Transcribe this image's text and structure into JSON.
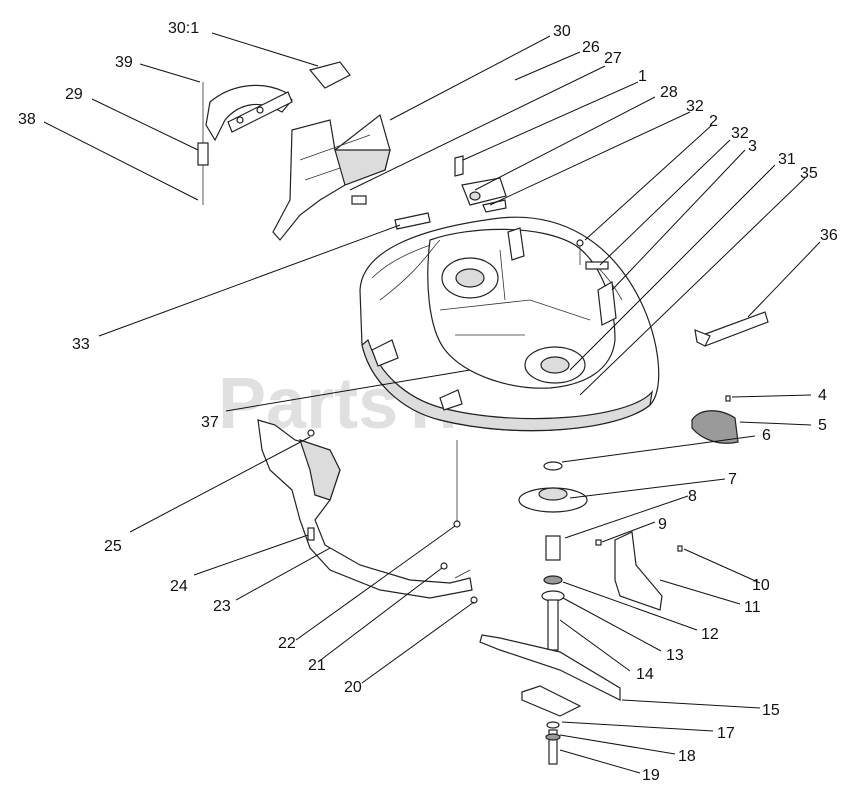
{
  "watermark": "PartsTree",
  "callouts": [
    {
      "id": "30:1",
      "label": "30:1"
    },
    {
      "id": "30",
      "label": "30"
    },
    {
      "id": "26",
      "label": "26"
    },
    {
      "id": "27",
      "label": "27"
    },
    {
      "id": "39",
      "label": "39"
    },
    {
      "id": "29",
      "label": "29"
    },
    {
      "id": "38",
      "label": "38"
    },
    {
      "id": "1",
      "label": "1"
    },
    {
      "id": "28",
      "label": "28"
    },
    {
      "id": "32a",
      "label": "32"
    },
    {
      "id": "2",
      "label": "2"
    },
    {
      "id": "32b",
      "label": "32"
    },
    {
      "id": "3",
      "label": "3"
    },
    {
      "id": "31",
      "label": "31"
    },
    {
      "id": "35",
      "label": "35"
    },
    {
      "id": "36",
      "label": "36"
    },
    {
      "id": "33",
      "label": "33"
    },
    {
      "id": "37",
      "label": "37"
    },
    {
      "id": "4",
      "label": "4"
    },
    {
      "id": "5",
      "label": "5"
    },
    {
      "id": "6",
      "label": "6"
    },
    {
      "id": "7",
      "label": "7"
    },
    {
      "id": "8",
      "label": "8"
    },
    {
      "id": "9",
      "label": "9"
    },
    {
      "id": "10",
      "label": "10"
    },
    {
      "id": "11",
      "label": "11"
    },
    {
      "id": "12",
      "label": "12"
    },
    {
      "id": "13",
      "label": "13"
    },
    {
      "id": "14",
      "label": "14"
    },
    {
      "id": "15",
      "label": "15"
    },
    {
      "id": "17",
      "label": "17"
    },
    {
      "id": "18",
      "label": "18"
    },
    {
      "id": "19",
      "label": "19"
    },
    {
      "id": "20",
      "label": "20"
    },
    {
      "id": "21",
      "label": "21"
    },
    {
      "id": "22",
      "label": "22"
    },
    {
      "id": "23",
      "label": "23"
    },
    {
      "id": "24",
      "label": "24"
    },
    {
      "id": "25",
      "label": "25"
    }
  ]
}
